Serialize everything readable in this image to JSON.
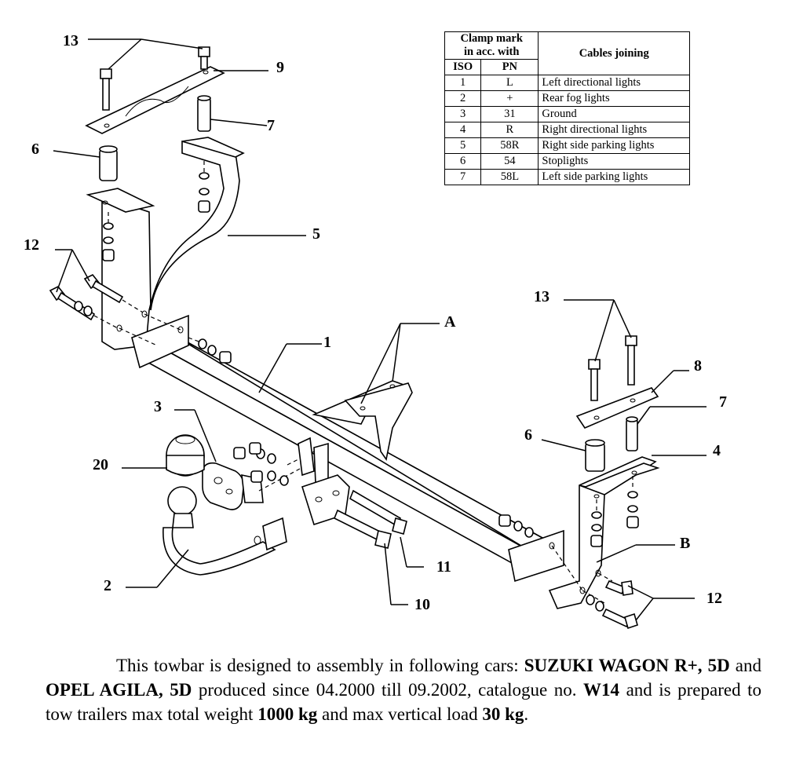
{
  "table": {
    "header_clamp": "Clamp mark",
    "header_clamp2": "in acc. with",
    "header_cables": "Cables joining",
    "header_iso": "ISO",
    "header_pn": "PN",
    "rows": [
      {
        "iso": "1",
        "pn": "L",
        "cable": "Left directional lights"
      },
      {
        "iso": "2",
        "pn": "+",
        "cable": "Rear fog lights"
      },
      {
        "iso": "3",
        "pn": "31",
        "cable": "Ground"
      },
      {
        "iso": "4",
        "pn": "R",
        "cable": "Right directional lights"
      },
      {
        "iso": "5",
        "pn": "58R",
        "cable": "Right side parking lights"
      },
      {
        "iso": "6",
        "pn": "54",
        "cable": "Stoplights"
      },
      {
        "iso": "7",
        "pn": "58L",
        "cable": "Left side parking lights"
      }
    ]
  },
  "callouts": {
    "c13_left": "13",
    "c9": "9",
    "c7_left": "7",
    "c6_left": "6",
    "c5": "5",
    "c12_left": "12",
    "c1": "1",
    "cA": "A",
    "c3": "3",
    "c20": "20",
    "c2": "2",
    "c11": "11",
    "c10": "10",
    "c13_right": "13",
    "c8": "8",
    "c7_right": "7",
    "c6_right": "6",
    "c4": "4",
    "cB": "B",
    "c12_right": "12"
  },
  "description": {
    "t1": "This towbar is designed to assembly in following cars: ",
    "car1": "SUZUKI WAGON R+, 5D",
    "t2": " and ",
    "car2": "OPEL AGILA, 5D",
    "t3": " produced since 04.2000 till 09.2002, catalogue no. ",
    "catalogue": "W14",
    "t4": " and is prepared to tow trailers max total weight ",
    "weight": "1000 kg",
    "t5": " and max vertical load ",
    "load": "30 kg",
    "t6": "."
  }
}
